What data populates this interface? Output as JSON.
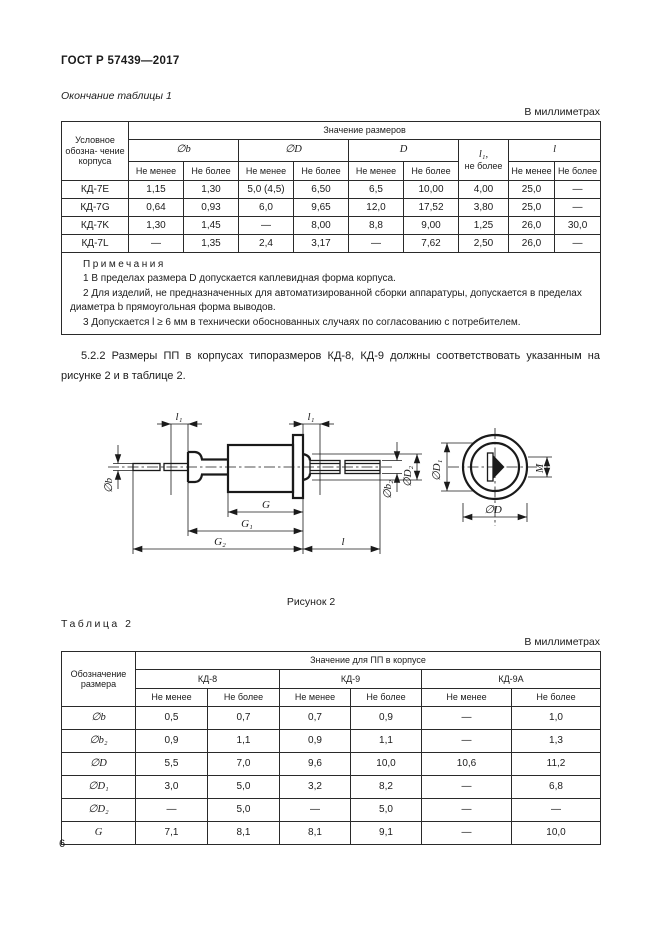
{
  "page": {
    "doc_number": "ГОСТ Р 57439—2017",
    "table1_continuation": "Окончание таблицы 1",
    "units_mm": "В миллиметрах",
    "section_5_2_2": "5.2.2 Размеры ПП в корпусах типоразмеров КД-8, КД-9 должны соответствовать указанным на рисунке 2 и в таблице 2.",
    "figure_caption": "Рисунок 2",
    "table2_title": "Таблица 2",
    "page_number": "6"
  },
  "table1": {
    "corner_header": "Условное обозна- чение корпуса",
    "group_header": "Значение размеров",
    "col_b": "∅b",
    "col_D_body": "∅D",
    "col_D": "D",
    "col_l1_line1": "l₁,",
    "col_l1_line2": "не более",
    "col_l": "l",
    "min_label": "Не менее",
    "max_label": "Не более",
    "rows": [
      {
        "name": "КД-7E",
        "values": [
          "1,15",
          "1,30",
          "5,0 (4,5)",
          "6,50",
          "6,5",
          "10,00",
          "4,00",
          "25,0",
          "—"
        ]
      },
      {
        "name": "КД-7G",
        "values": [
          "0,64",
          "0,93",
          "6,0",
          "9,65",
          "12,0",
          "17,52",
          "3,80",
          "25,0",
          "—"
        ]
      },
      {
        "name": "КД-7K",
        "values": [
          "1,30",
          "1,45",
          "—",
          "8,00",
          "8,8",
          "9,00",
          "1,25",
          "26,0",
          "30,0"
        ]
      },
      {
        "name": "КД-7L",
        "values": [
          "—",
          "1,35",
          "2,4",
          "3,17",
          "—",
          "7,62",
          "2,50",
          "26,0",
          "—"
        ]
      }
    ],
    "notes_title": "Примечания",
    "notes": [
      "1 В пределах размера D допускается каплевидная форма корпуса.",
      "2 Для изделий, не предназначенных для автоматизированной сборки аппаратуры, допускается в пределах диаметра b прямоугольная форма выводов.",
      "3 Допускается l ≥ 6 мм в технически обоснованных случаях по согласованию с потребителем."
    ]
  },
  "figure2": {
    "labels": {
      "l1_left": "l₁",
      "l1_right": "l₁",
      "d_b": "∅b",
      "d_D2": "∅D₂",
      "d_b2": "∅b₂",
      "G": "G",
      "G1": "G₁",
      "G2": "G₂",
      "l": "l",
      "d_D1": "∅D₁",
      "M": "M",
      "d_D": "∅D"
    }
  },
  "table2": {
    "corner_header": "Обозначение размера",
    "group_header": "Значение для ПП в корпусе",
    "packages": [
      "КД-8",
      "КД-9",
      "КД-9А"
    ],
    "min_label": "Не менее",
    "max_label": "Не более",
    "rows": [
      {
        "name": "∅b",
        "values": [
          "0,5",
          "0,7",
          "0,7",
          "0,9",
          "—",
          "1,0"
        ]
      },
      {
        "name": "∅b₂",
        "values": [
          "0,9",
          "1,1",
          "0,9",
          "1,1",
          "—",
          "1,3"
        ]
      },
      {
        "name": "∅D",
        "values": [
          "5,5",
          "7,0",
          "9,6",
          "10,0",
          "10,6",
          "11,2"
        ]
      },
      {
        "name": "∅D₁",
        "values": [
          "3,0",
          "5,0",
          "3,2",
          "8,2",
          "—",
          "6,8"
        ]
      },
      {
        "name": "∅D₂",
        "values": [
          "—",
          "5,0",
          "—",
          "5,0",
          "—",
          "—"
        ]
      },
      {
        "name": "G",
        "values": [
          "7,1",
          "8,1",
          "8,1",
          "9,1",
          "—",
          "10,0"
        ]
      }
    ]
  }
}
